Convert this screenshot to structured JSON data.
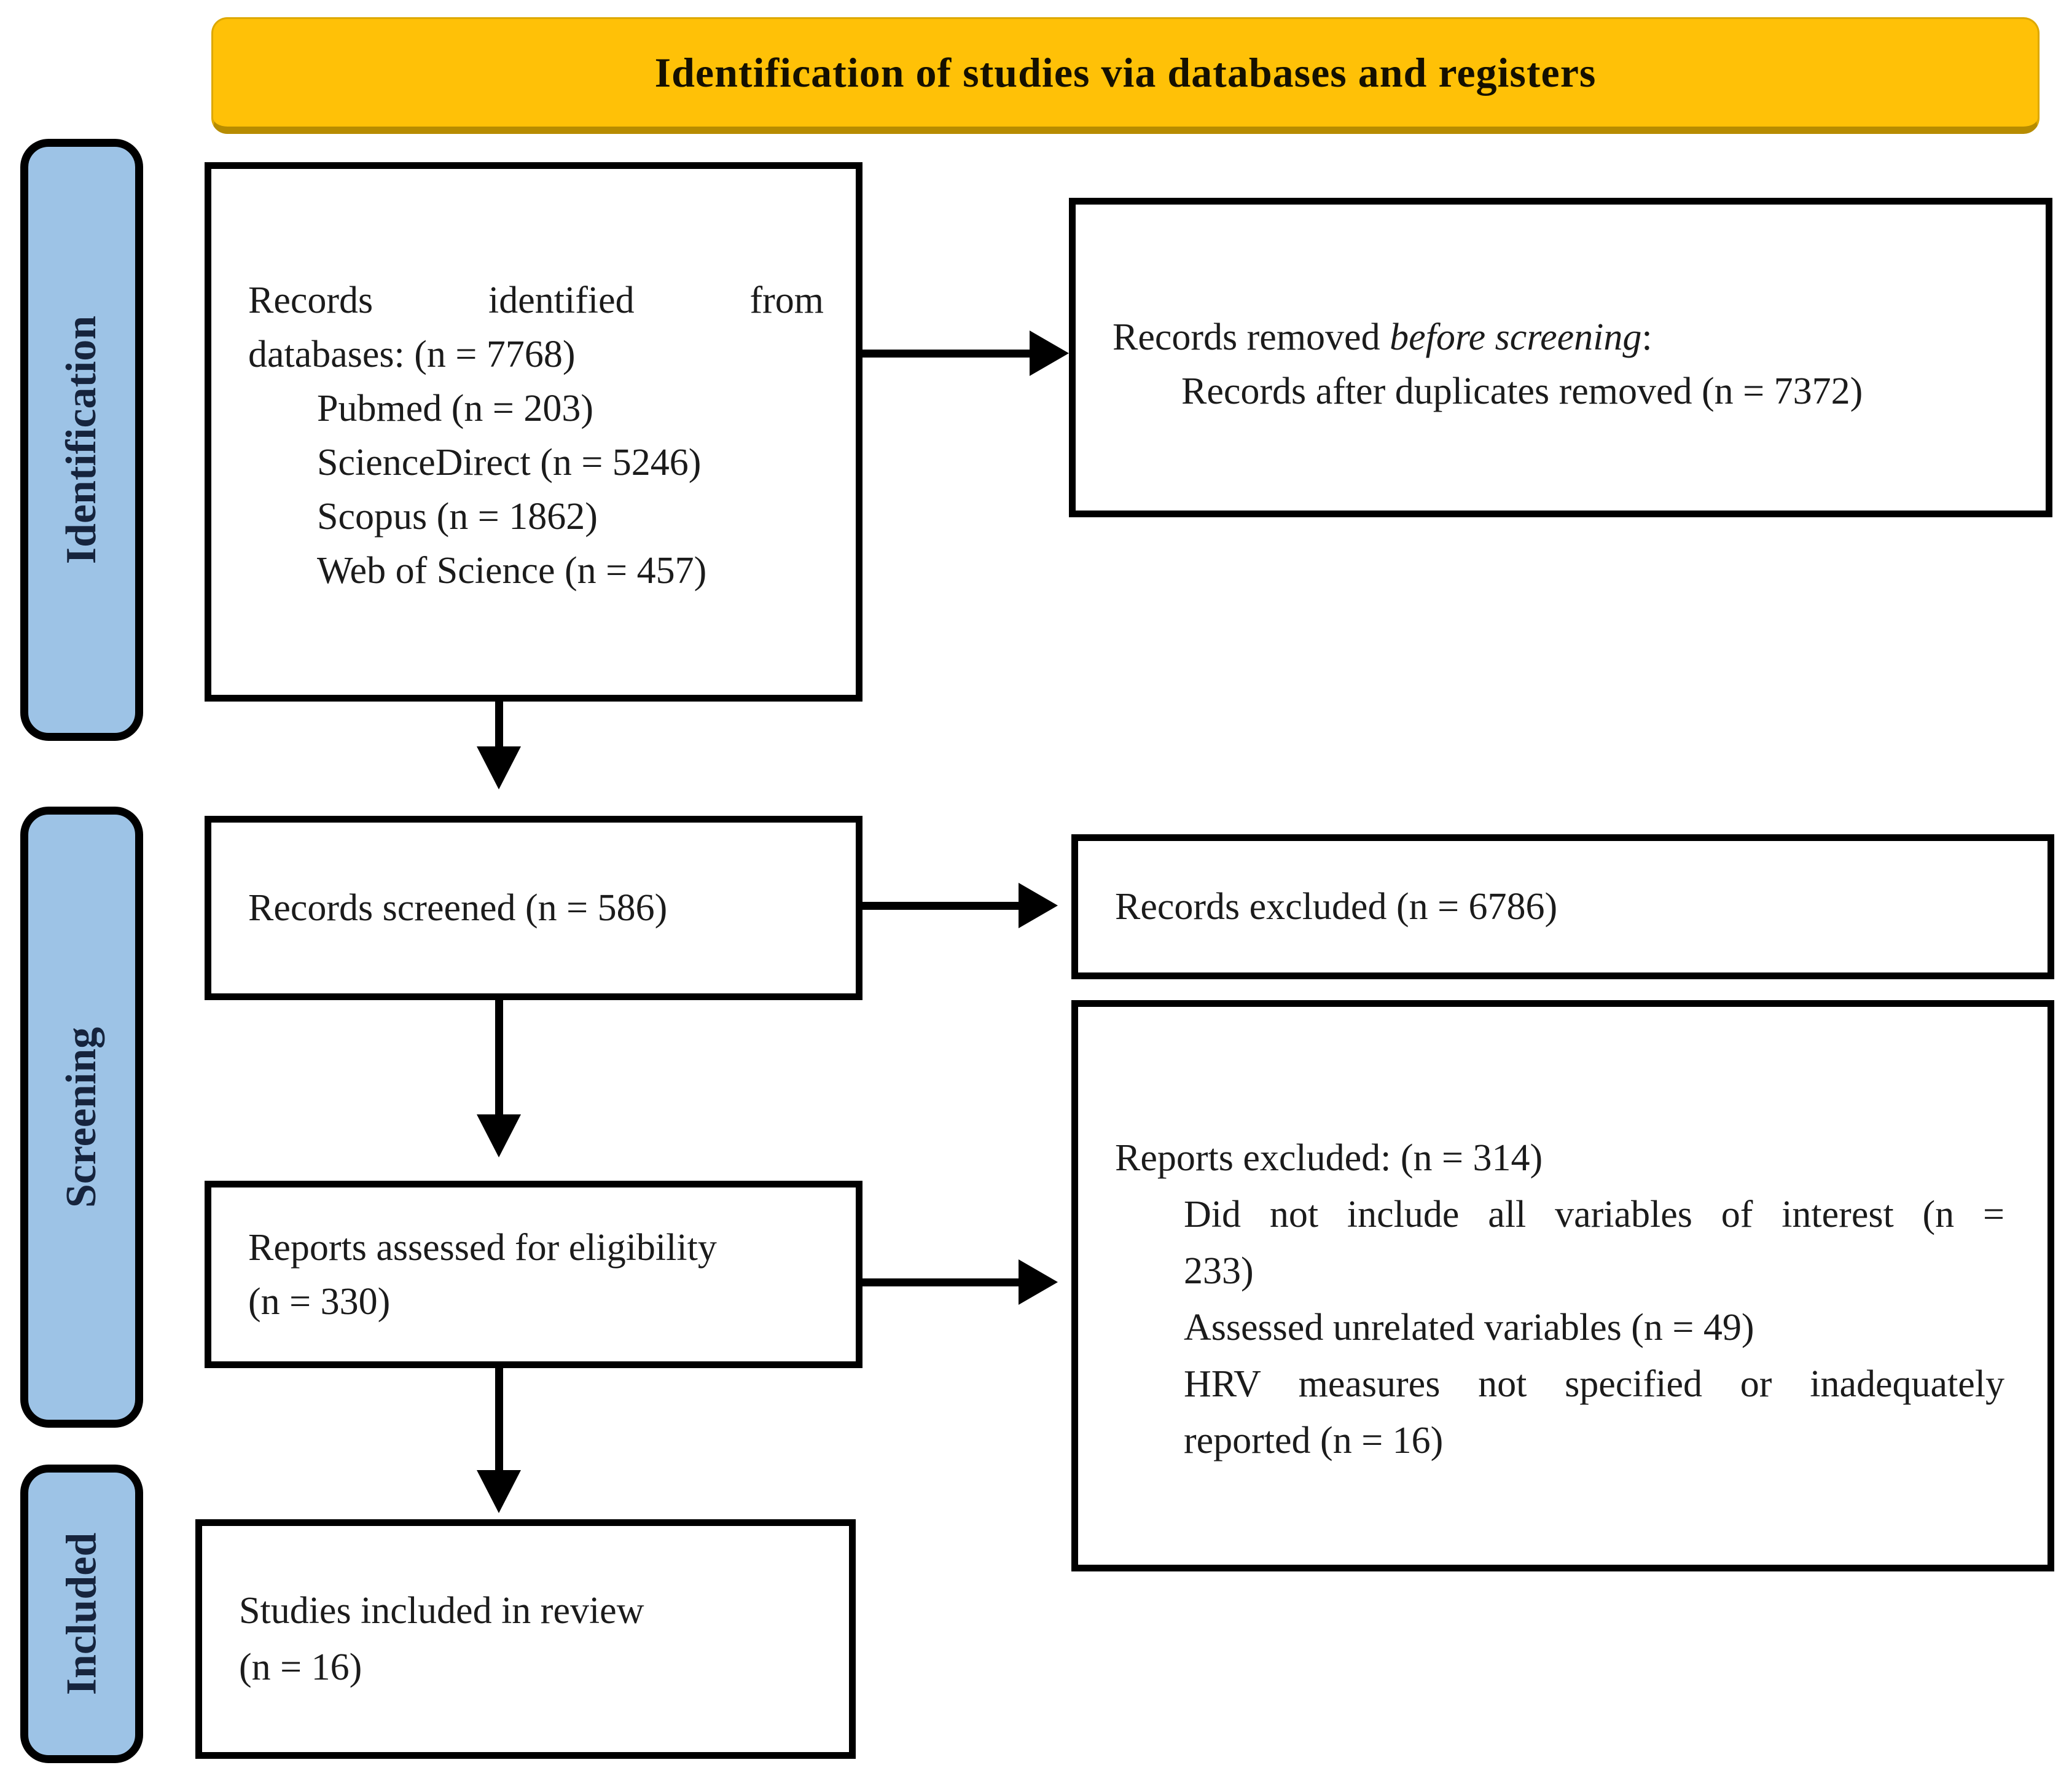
{
  "banner": {
    "title": "Identification of studies via databases and registers"
  },
  "sidebar": {
    "identification": "Identification",
    "screening": "Screening",
    "included": "Included"
  },
  "flow": {
    "records_identified": {
      "line1": "Records identified from",
      "line2": "databases: (n = 7768)",
      "sources": [
        "Pubmed (n = 203)",
        "ScienceDirect (n = 5246)",
        "Scopus (n = 1862)",
        "Web of Science (n = 457)"
      ]
    },
    "records_removed": {
      "prefix": "Records removed ",
      "italic": "before screening",
      "suffix": ":",
      "detail": "Records after duplicates removed (n = 7372)"
    },
    "records_screened": {
      "label": "Records screened (n = 586)"
    },
    "records_excluded": {
      "label": "Records excluded (n = 6786)"
    },
    "reports_assessed": {
      "line1": "Reports assessed for eligibility",
      "line2": "(n = 330)"
    },
    "reports_excluded": {
      "header": "Reports excluded: (n = 314)",
      "reasons": [
        "Did not include all variables of interest (n =",
        "233)",
        "Assessed unrelated variables (n = 49)",
        "HRV measures not specified or inadequately",
        "reported (n = 16)"
      ]
    },
    "studies_included": {
      "line1": "Studies included in review",
      "line2": "(n = 16)"
    }
  },
  "colors": {
    "banner_fill": "#FFC107",
    "banner_border": "#B78C00",
    "sidebar_fill": "#9DC3E6",
    "sidebar_text": "#16243D",
    "box_border": "#000000",
    "text": "#1B1B1B",
    "background": "#FFFFFF"
  }
}
